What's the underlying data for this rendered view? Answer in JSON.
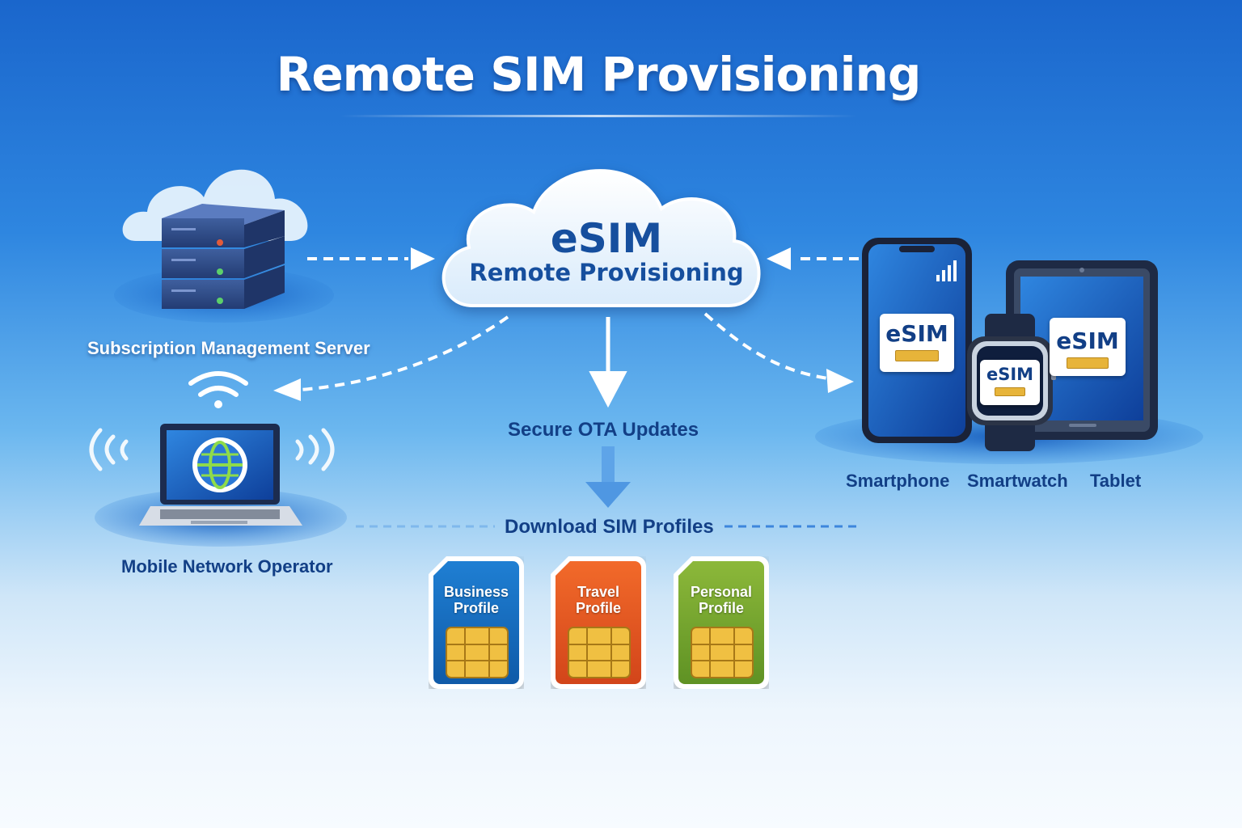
{
  "title": "Remote SIM Provisioning",
  "hub": {
    "main_label": "eSIM",
    "sub_label": "Remote Provisioning"
  },
  "nodes": {
    "server": {
      "label": "Subscription Management Server",
      "icon": "server-rack-icon"
    },
    "operator": {
      "label": "Mobile Network Operator",
      "icon": "laptop-globe-icon"
    },
    "devices": [
      {
        "label": "Smartphone",
        "badge": "eSIM",
        "icon": "smartphone-icon"
      },
      {
        "label": "Smartwatch",
        "badge": "eSIM",
        "icon": "smartwatch-icon"
      },
      {
        "label": "Tablet",
        "badge": "eSIM",
        "icon": "tablet-icon"
      }
    ]
  },
  "flow": {
    "ota_label": "Secure OTA Updates",
    "download_label": "Download SIM Profiles"
  },
  "profiles": [
    {
      "line1": "Business",
      "line2": "Profile",
      "color": "#1670c6"
    },
    {
      "line1": "Travel",
      "line2": "Profile",
      "color": "#e4582a"
    },
    {
      "line1": "Personal",
      "line2": "Profile",
      "color": "#75a62e"
    }
  ],
  "colors": {
    "background_top": "#1a66cc",
    "background_bottom": "#f7fbff",
    "text_dark_blue": "#123f86",
    "chip_gold": "#e7b43a"
  }
}
